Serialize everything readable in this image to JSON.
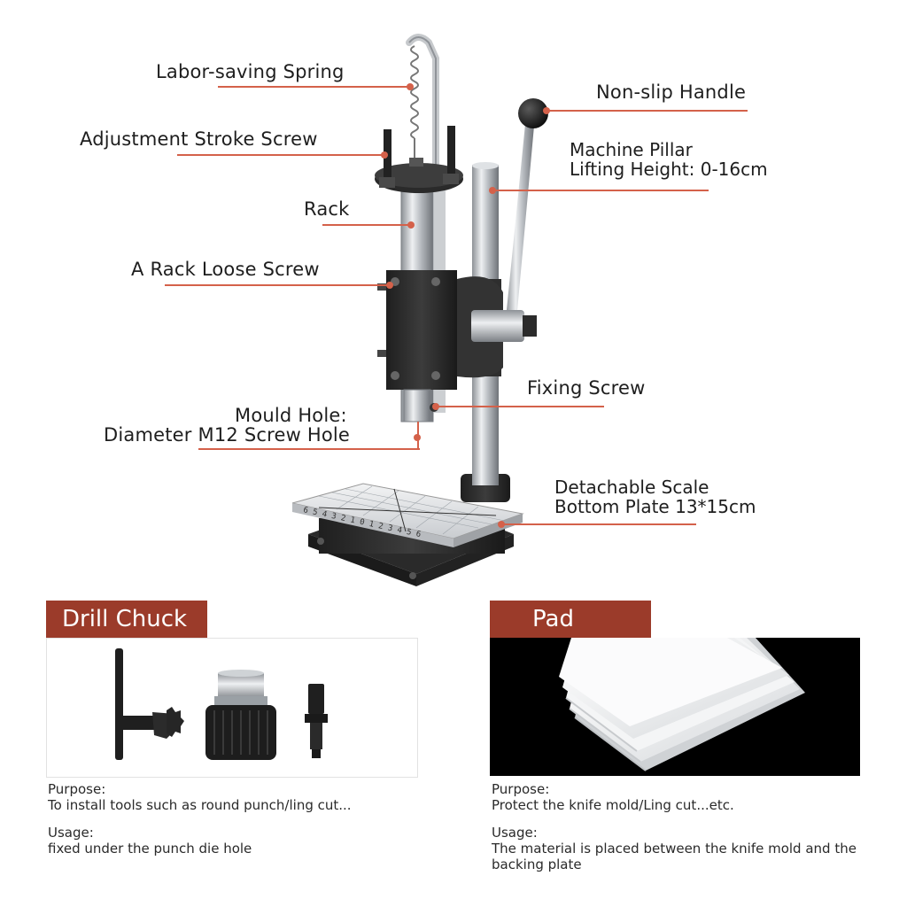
{
  "labels": {
    "spring": "Labor-saving Spring",
    "stroke_screw": "Adjustment Stroke Screw",
    "rack": "Rack",
    "rack_loose": "A Rack Loose Screw",
    "mould_hole_1": "Mould Hole:",
    "mould_hole_2": "Diameter M12 Screw Hole",
    "handle": "Non-slip Handle",
    "pillar_1": "Machine Pillar",
    "pillar_2": "Lifting Height: 0-16cm",
    "fixing": "Fixing Screw",
    "plate_1": "Detachable Scale",
    "plate_2": "Bottom Plate 13*15cm"
  },
  "drill_chuck": {
    "title": "Drill Chuck",
    "purpose_h": "Purpose:",
    "purpose_t": "To install tools such as round punch/ling cut...",
    "usage_h": "Usage:",
    "usage_t": "fixed under the punch die hole"
  },
  "pad": {
    "title": "Pad",
    "purpose_h": "Purpose:",
    "purpose_t": "Protect the knife mold/Ling cut...etc.",
    "usage_h": "Usage:",
    "usage_t": "The material is placed between the knife mold and the backing plate"
  },
  "scale_text": "6 5 4 3 2 1 0 1 2 3 4 5 6",
  "colors": {
    "accent": "#d4614a",
    "tab": "#9b3b2a",
    "metal_dark": "#2b2b2b"
  }
}
